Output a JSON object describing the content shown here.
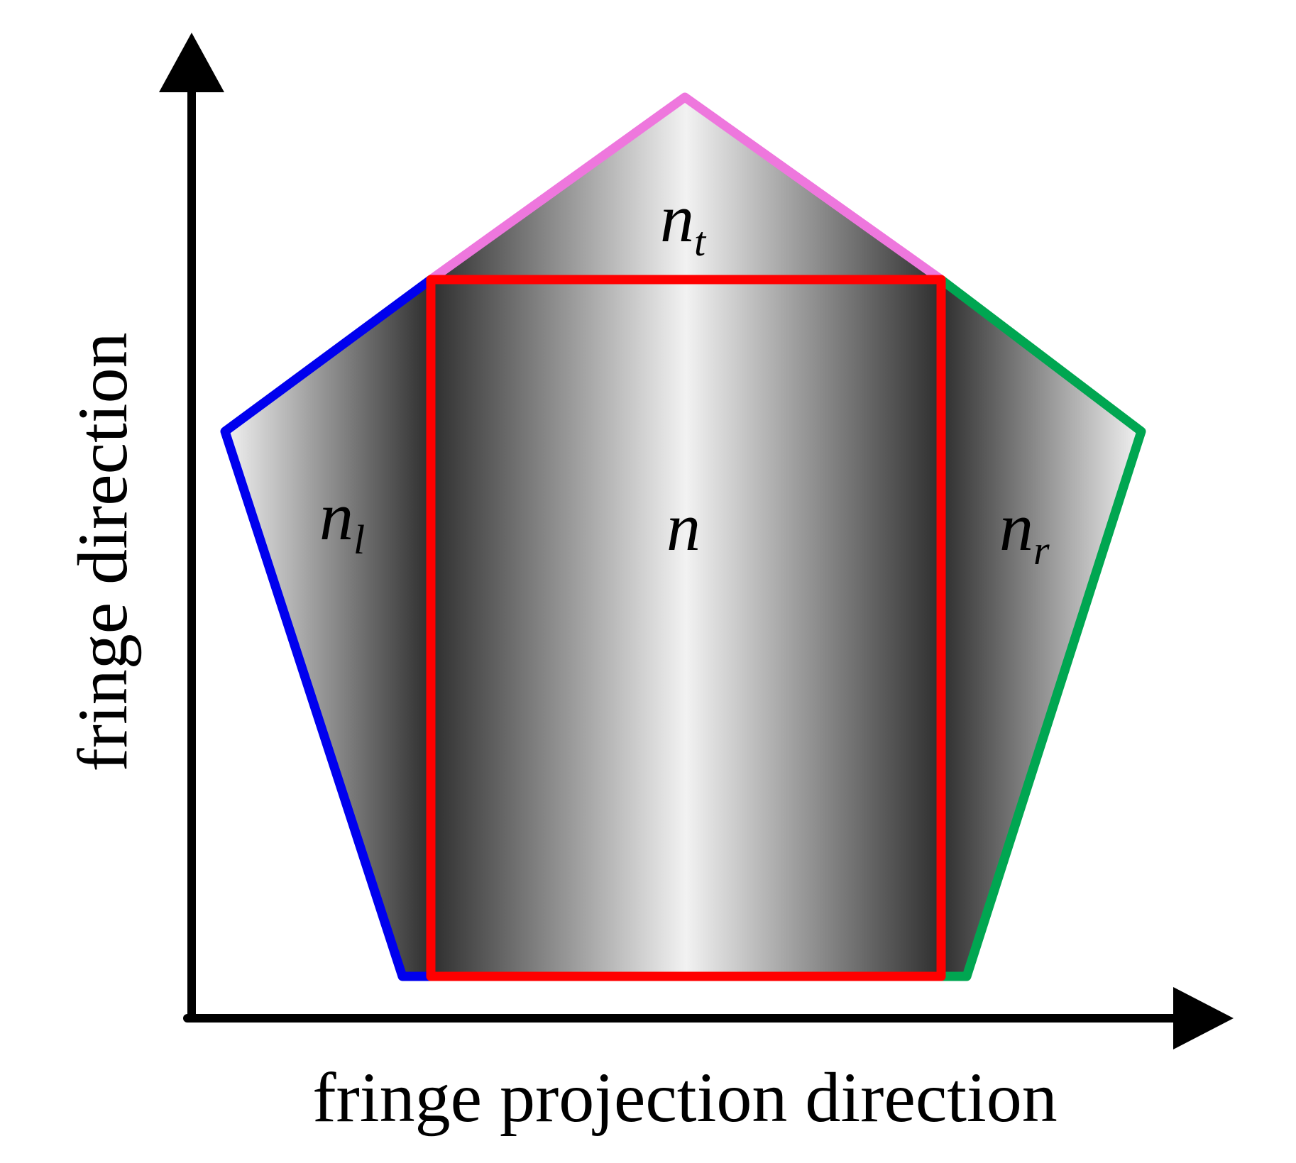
{
  "axes": {
    "x_label": "fringe projection direction",
    "y_label": "fringe direction"
  },
  "regions": {
    "center": {
      "symbol": "n",
      "subscript": ""
    },
    "top": {
      "symbol": "n",
      "subscript": "t"
    },
    "left": {
      "symbol": "n",
      "subscript": "l"
    },
    "right": {
      "symbol": "n",
      "subscript": "r"
    }
  },
  "colors": {
    "axis": "#000000",
    "center_border": "#ff0000",
    "top_border": "#ee77dd",
    "left_border": "#0000ee",
    "right_border": "#00a651",
    "fringe_dark": "#2e2e2e",
    "fringe_light": "#f2f2f2"
  }
}
